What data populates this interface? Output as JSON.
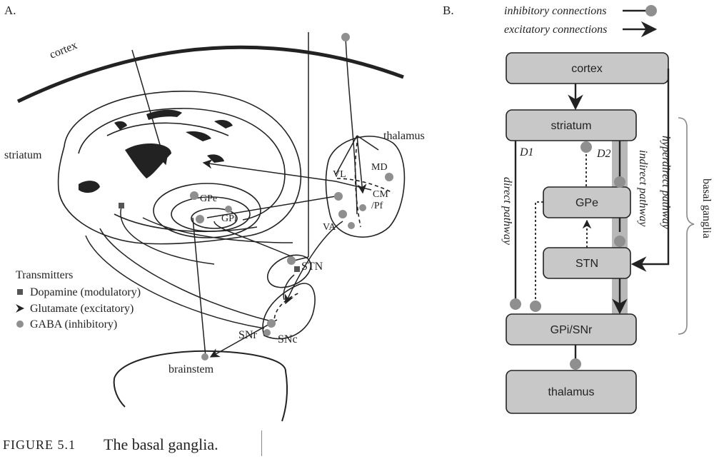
{
  "panels": {
    "a": "A.",
    "b": "B."
  },
  "panel_a": {
    "cortex": "cortex",
    "striatum": "striatum",
    "thalamus": "thalamus",
    "gpe": "GPe",
    "gpi": "GPi",
    "stn": "STN",
    "snr": "SNr",
    "snc": "SNc",
    "brainstem": "brainstem",
    "vl": "VL",
    "md": "MD",
    "cm": "CM",
    "pf": "/Pf",
    "va": "VA"
  },
  "legend_a": {
    "title": "Transmitters",
    "items": [
      {
        "marker": "square",
        "label": "Dopamine (modulatory)"
      },
      {
        "marker": "arrowhead",
        "label": "Glutamate (excitatory)"
      },
      {
        "marker": "circle",
        "label": "GABA (inhibitory)"
      }
    ]
  },
  "legend_b": {
    "inhibitory": "inhibitory connections",
    "excitatory": "excitatory connections"
  },
  "panel_b": {
    "cortex": "cortex",
    "striatum": "striatum",
    "gpe": "GPe",
    "stn": "STN",
    "gpi_snr": "GPi/SNr",
    "thalamus": "thalamus",
    "d1": "D1",
    "d2": "D2",
    "direct": "direct pathway",
    "indirect": "indirect pathway",
    "hyperdirect": "hyperdirect pathway",
    "basal_ganglia": "basal ganglia"
  },
  "colors": {
    "box_fill": "#c8c8c8",
    "dot": "#8f8f8f",
    "ink": "#222222",
    "shade": "#b8b8b8"
  },
  "caption": {
    "number": "FIGURE 5.1",
    "text": "The basal ganglia."
  }
}
